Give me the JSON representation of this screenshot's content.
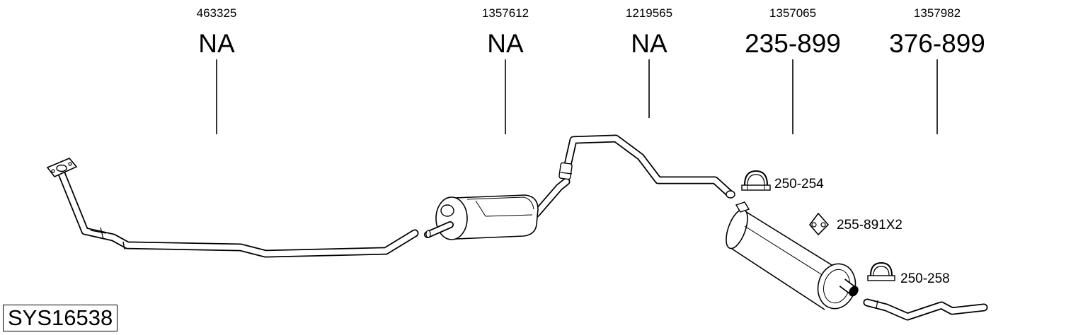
{
  "diagram": {
    "system_code": "SYS16538",
    "columns": [
      {
        "oe_number": "463325",
        "part_number": "NA"
      },
      {
        "oe_number": "1357612",
        "part_number": "NA"
      },
      {
        "oe_number": "1219565",
        "part_number": "NA"
      },
      {
        "oe_number": "1357065",
        "part_number": "235-899"
      },
      {
        "oe_number": "1357982",
        "part_number": "376-899"
      }
    ],
    "accessories": [
      {
        "code": "250-254",
        "icon": "clamp-icon"
      },
      {
        "code": "255-891X2",
        "icon": "rubber-mount-icon"
      },
      {
        "code": "250-258",
        "icon": "clamp-icon"
      }
    ],
    "colors": {
      "stroke": "#000000",
      "fill": "#ffffff",
      "shade": "#e6e6e6"
    }
  }
}
